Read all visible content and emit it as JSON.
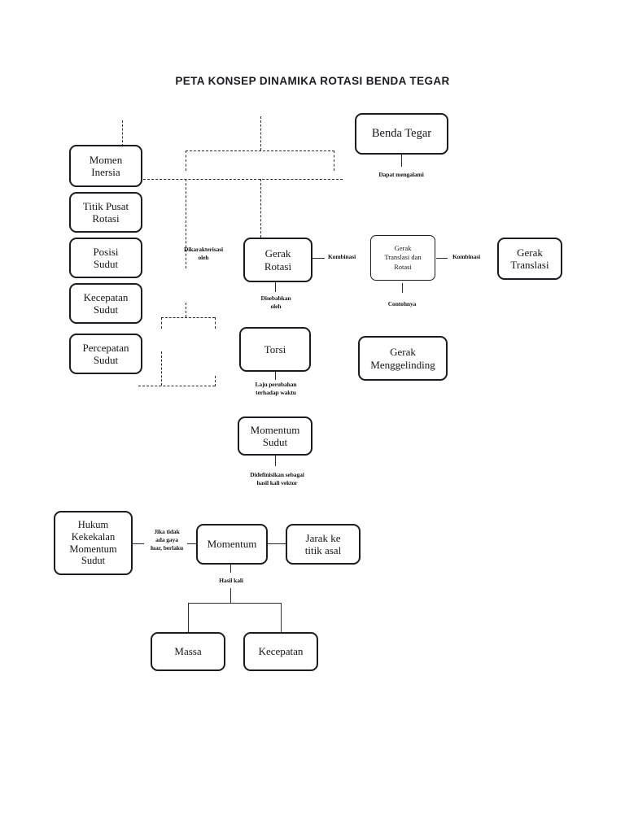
{
  "document": {
    "title": "PETA KONSEP DINAMIKA ROTASI BENDA TEGAR",
    "language": "Indonesian",
    "type": "concept-map"
  },
  "nodes": {
    "benda_tegar": "Benda Tegar",
    "momen_inersia": "Momen\nInersia",
    "titik_pusat_rotasi": "Titik Pusat\nRotasi",
    "posisi_sudut": "Posisi\nSudut",
    "kecepatan_sudut": "Kecepatan\nSudut",
    "percepatan_sudut": "Percepatan\nSudut",
    "gerak_rotasi": "Gerak\nRotasi",
    "gerak_translasi_dan_rotasi": "Gerak\nTranslasi dan\nRotasi",
    "gerak_translasi": "Gerak\nTranslasi",
    "torsi": "Torsi",
    "gerak_menggelinding": "Gerak\nMenggelinding",
    "momentum_sudut": "Momentum\nSudut",
    "hukum_kekekalan_momentum_sudut": "Hukum\nKekekalan\nMomentum\nSudut",
    "momentum": "Momentum",
    "jarak_ke_titik_asal": "Jarak ke\ntitik asal",
    "massa": "Massa",
    "kecepatan": "Kecepatan"
  },
  "connector_labels": {
    "dapat_mengalami": "Dapat mengalami",
    "dikarakterisasi_oleh": "Dikarakterisasi\noleh",
    "kombinasi_kiri": "Kombinasi",
    "kombinasi_kanan": "Kombinasi",
    "contohnya": "Contohnya",
    "disebabkan_oleh": "Disebabkan\noleh",
    "laju_perubahan": "Laju perubahan\nterhadap waktu",
    "didefinisikan_sebagai": "Didefinisikan sebagai\nhasil kali vektor",
    "jika_tidak_ada_gaya": "Jika tidak\nada gaya\nluar, berlaku",
    "hasil_kali": "Hasil kali"
  },
  "colors": {
    "background": "#ffffff",
    "ink": "#15151a",
    "line": "#2b2b33"
  }
}
